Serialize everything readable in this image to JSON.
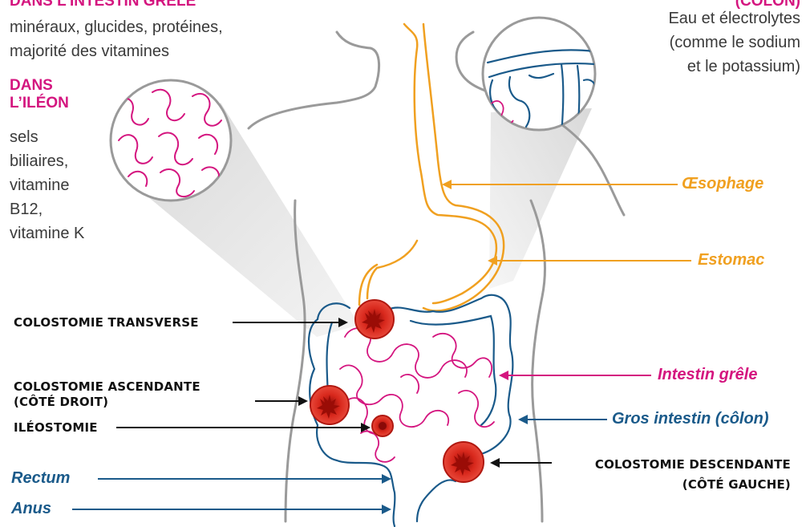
{
  "top_left": {
    "heading": "DANS L’INTESTIN GRÊLE",
    "line1": "minéraux, glucides, protéines,",
    "line2": "majorité des vitamines"
  },
  "ileon": {
    "heading1": "DANS",
    "heading2": "L’ILÉON",
    "lines": [
      "sels",
      "biliaires,",
      "vitamine",
      "B12,",
      "vitamine K"
    ]
  },
  "top_right": {
    "heading": "(CÔLON)",
    "lines": [
      "Eau et électrolytes",
      "(comme le sodium",
      "et le potassium)"
    ]
  },
  "organs": {
    "esophagus": "Œsophage",
    "stomach": "Estomac",
    "small_intestine": "Intestin grêle",
    "large_intestine": "Gros intestin (côlon)",
    "rectum": "Rectum",
    "anus": "Anus"
  },
  "stomas": {
    "transverse": "COLOSTOMIE TRANSVERSE",
    "ascending1": "COLOSTOMIE ASCENDANTE",
    "ascending2": "(CÔTÉ DROIT)",
    "ileostomy": "ILÉOSTOMIE",
    "descending1": "COLOSTOMIE DESCENDANTE",
    "descending2": "(CÔTÉ GAUCHE)"
  },
  "colors": {
    "pink": "#d4157f",
    "orange": "#f0a020",
    "blue": "#1a5a8a",
    "gray_outline": "#9a9a9a",
    "stoma_red": "#d62a1e"
  }
}
